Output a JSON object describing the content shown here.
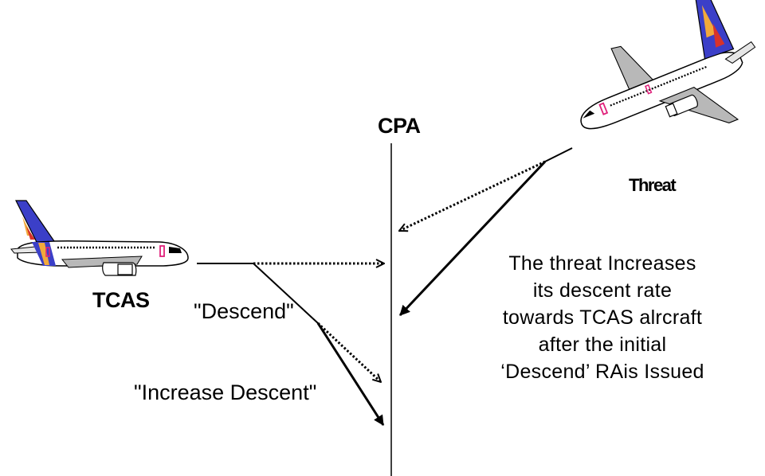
{
  "labels": {
    "cpa": "CPA",
    "tcas": "TCAS",
    "threat": "Threat",
    "descend": "\"Descend\"",
    "increase_descent": "\"Increase Descent\""
  },
  "note": {
    "lines": [
      "The threat Increases",
      "its descent rate",
      "towards TCAS alrcraft",
      "after the initial",
      "‘Descend’ RAis Issued"
    ]
  },
  "colors": {
    "fuselage": "#ffffff",
    "outline": "#000000",
    "tail_blue": "#3b3fc8",
    "tail_orange": "#f2a93b",
    "tail_red": "#d8322a",
    "door_magenta": "#e0207a",
    "wing_gray": "#b8b8b8"
  },
  "icons": {
    "tcas_aircraft": "airliner-side-icon",
    "threat_aircraft": "airliner-banking-icon"
  }
}
